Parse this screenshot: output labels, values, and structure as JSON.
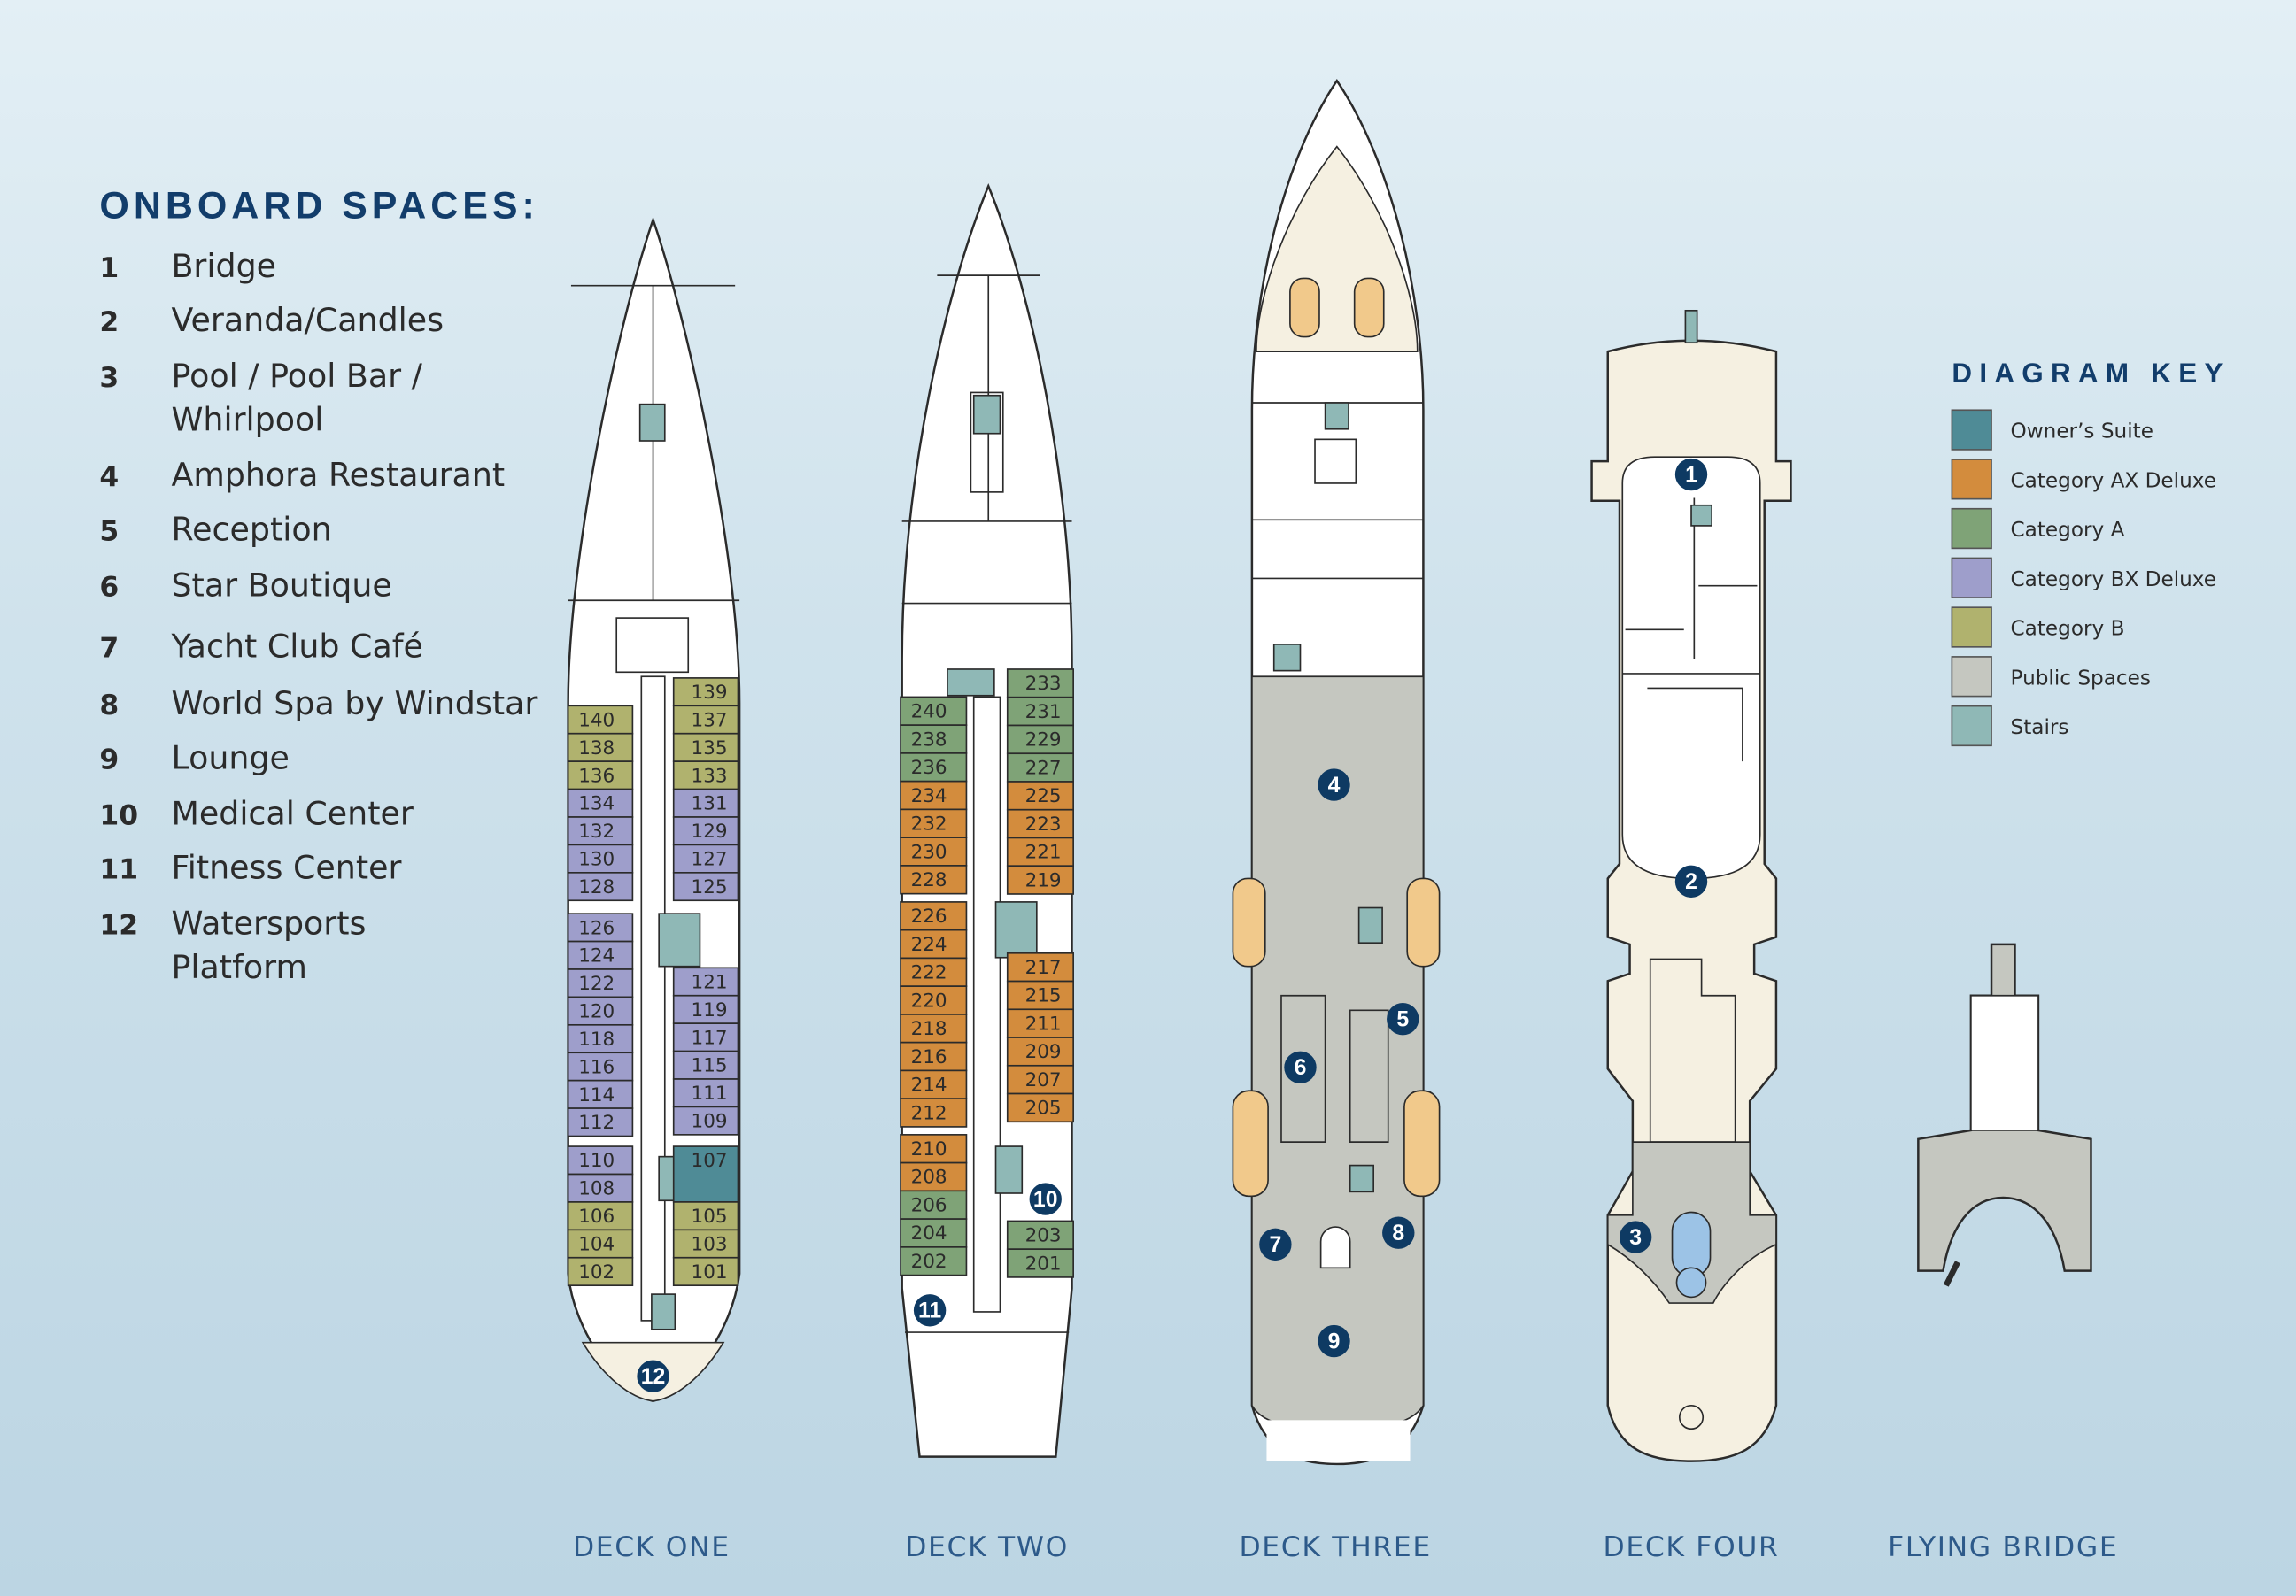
{
  "legend": {
    "title": "ONBOARD SPACES:",
    "items": [
      {
        "num": "1",
        "label": "Bridge"
      },
      {
        "num": "2",
        "label": "Veranda/Candles"
      },
      {
        "num": "3",
        "label": "Pool / Pool Bar /",
        "label2": "Whirlpool"
      },
      {
        "num": "4",
        "label": "Amphora Restaurant"
      },
      {
        "num": "5",
        "label": "Reception"
      },
      {
        "num": "6",
        "label": "Star Boutique"
      },
      {
        "num": "7",
        "label": "Yacht Club Café"
      },
      {
        "num": "8",
        "label": "World Spa by Windstar"
      },
      {
        "num": "9",
        "label": "Lounge"
      },
      {
        "num": "10",
        "label": "Medical Center"
      },
      {
        "num": "11",
        "label": "Fitness Center"
      },
      {
        "num": "12",
        "label": "Watersports",
        "label2": "Platform"
      }
    ]
  },
  "key": {
    "title": "DIAGRAM KEY",
    "items": [
      {
        "id": "owner",
        "label": "Owner’s Suite",
        "color": "#4f8b96"
      },
      {
        "id": "AX",
        "label": "Category AX Deluxe",
        "color": "#d38c3d"
      },
      {
        "id": "A",
        "label": "Category  A",
        "color": "#7fa377"
      },
      {
        "id": "BX",
        "label": "Category BX Deluxe",
        "color": "#9e9ecb"
      },
      {
        "id": "B",
        "label": "Category B",
        "color": "#b0b26e"
      },
      {
        "id": "public",
        "label": "Public Spaces",
        "color": "#c5c7c0"
      },
      {
        "id": "stairs",
        "label": "Stairs",
        "color": "#8fb8b6"
      }
    ]
  },
  "decks": {
    "one": {
      "label": "DECK ONE",
      "left": [
        [
          [
            "140",
            "B"
          ],
          [
            "138",
            "B"
          ],
          [
            "136",
            "B"
          ],
          [
            "134",
            "BX"
          ],
          [
            "132",
            "BX"
          ],
          [
            "130",
            "BX"
          ],
          [
            "128",
            "BX"
          ]
        ],
        [
          [
            "126",
            "BX"
          ],
          [
            "124",
            "BX"
          ],
          [
            "122",
            "BX"
          ],
          [
            "120",
            "BX"
          ],
          [
            "118",
            "BX"
          ],
          [
            "116",
            "BX"
          ],
          [
            "114",
            "BX"
          ],
          [
            "112",
            "BX"
          ]
        ],
        [
          [
            "110",
            "BX"
          ],
          [
            "108",
            "BX"
          ],
          [
            "106",
            "B"
          ],
          [
            "104",
            "B"
          ],
          [
            "102",
            "B"
          ]
        ]
      ],
      "right": [
        [
          [
            "139",
            "B"
          ],
          [
            "137",
            "B"
          ],
          [
            "135",
            "B"
          ],
          [
            "133",
            "B"
          ],
          [
            "131",
            "BX"
          ],
          [
            "129",
            "BX"
          ],
          [
            "127",
            "BX"
          ],
          [
            "125",
            "BX"
          ]
        ],
        [
          [
            "121",
            "BX"
          ],
          [
            "119",
            "BX"
          ],
          [
            "117",
            "BX"
          ],
          [
            "115",
            "BX"
          ],
          [
            "111",
            "BX"
          ],
          [
            "109",
            "BX"
          ]
        ],
        [
          [
            "107",
            "owner"
          ],
          [
            "105",
            "B"
          ],
          [
            "103",
            "B"
          ],
          [
            "101",
            "B"
          ]
        ]
      ]
    },
    "two": {
      "label": "DECK TWO",
      "left": [
        [
          [
            "240",
            "A"
          ],
          [
            "238",
            "A"
          ],
          [
            "236",
            "A"
          ],
          [
            "234",
            "AX"
          ],
          [
            "232",
            "AX"
          ],
          [
            "230",
            "AX"
          ],
          [
            "228",
            "AX"
          ]
        ],
        [
          [
            "226",
            "AX"
          ],
          [
            "224",
            "AX"
          ],
          [
            "222",
            "AX"
          ],
          [
            "220",
            "AX"
          ],
          [
            "218",
            "AX"
          ],
          [
            "216",
            "AX"
          ],
          [
            "214",
            "AX"
          ],
          [
            "212",
            "AX"
          ]
        ],
        [
          [
            "210",
            "AX"
          ],
          [
            "208",
            "AX"
          ],
          [
            "206",
            "A"
          ],
          [
            "204",
            "A"
          ],
          [
            "202",
            "A"
          ]
        ]
      ],
      "right": [
        [
          [
            "233",
            "A"
          ],
          [
            "231",
            "A"
          ],
          [
            "229",
            "A"
          ],
          [
            "227",
            "A"
          ],
          [
            "225",
            "AX"
          ],
          [
            "223",
            "AX"
          ],
          [
            "221",
            "AX"
          ],
          [
            "219",
            "AX"
          ]
        ],
        [
          [
            "217",
            "AX"
          ],
          [
            "215",
            "AX"
          ],
          [
            "211",
            "AX"
          ],
          [
            "209",
            "AX"
          ],
          [
            "207",
            "AX"
          ],
          [
            "205",
            "AX"
          ]
        ],
        [
          [
            "203",
            "A"
          ],
          [
            "201",
            "A"
          ]
        ]
      ]
    },
    "three": {
      "label": "DECK THREE"
    },
    "four": {
      "label": "DECK FOUR"
    },
    "flying": {
      "label": "FLYING BRIDGE"
    }
  },
  "markers": [
    "1",
    "2",
    "3",
    "4",
    "5",
    "6",
    "7",
    "8",
    "9",
    "10",
    "11",
    "12"
  ],
  "colors": {
    "navy": "#0e3a63",
    "cream": "#f5f0e1",
    "lifeboat": "#f1c98b"
  }
}
